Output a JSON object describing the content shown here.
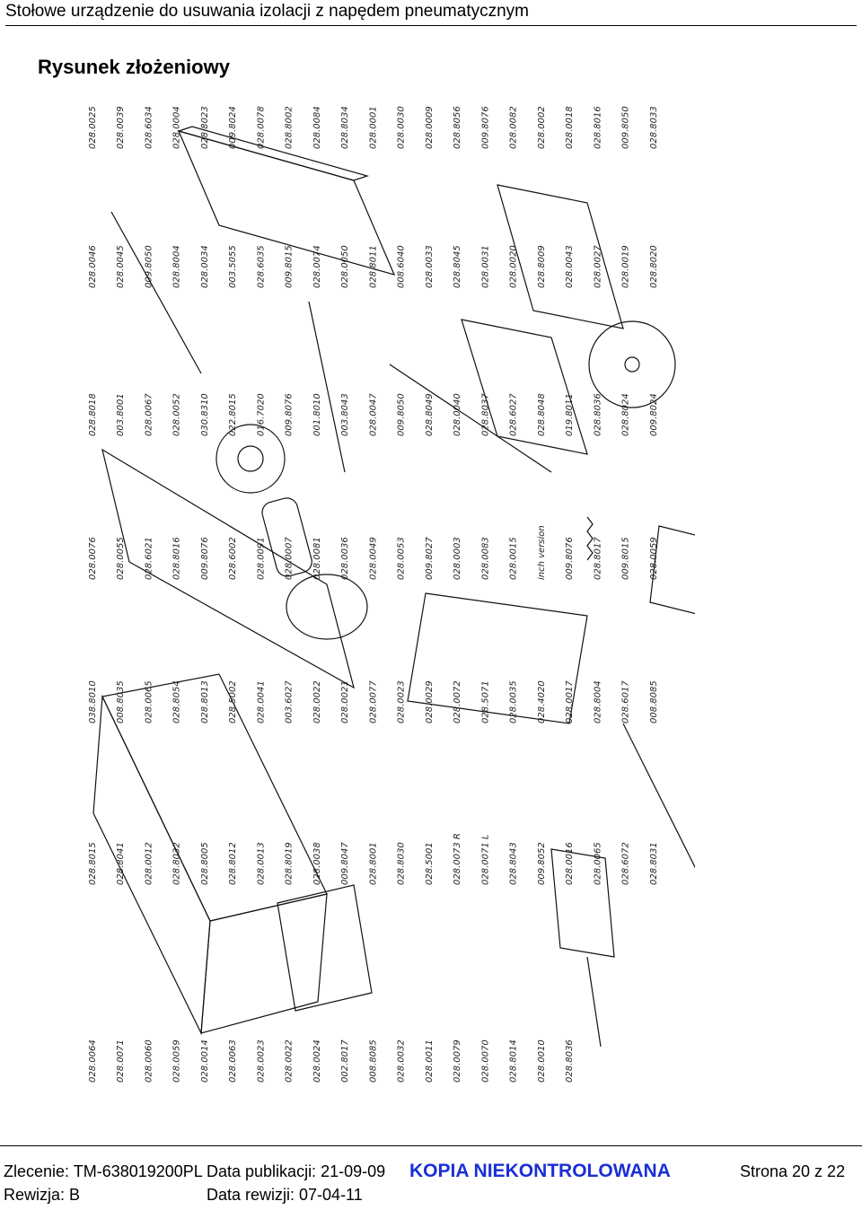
{
  "header": {
    "title": "Stołowe urządzenie do usuwania izolacji z napędem pneumatycznym"
  },
  "section": {
    "title": "Rysunek złożeniowy"
  },
  "drawing": {
    "labels": [
      "028.0025",
      "028.0039",
      "028.6034",
      "028.0004",
      "028.8023",
      "009.8024",
      "028.0078",
      "028.8002",
      "028.0084",
      "028.8034",
      "028.0001",
      "028.0030",
      "028.0009",
      "028.8056",
      "009.8076",
      "028.0082",
      "028.0002",
      "028.0018",
      "028.8016",
      "009.8050",
      "028.8033",
      "028.0046",
      "028.0045",
      "009.8050",
      "028.8004",
      "028.0034",
      "003.5055",
      "028.6035",
      "009.8015",
      "028.0074",
      "028.0050",
      "028.8011",
      "008.6040",
      "028.0033",
      "028.8045",
      "028.0031",
      "028.0020",
      "028.8009",
      "028.0043",
      "028.0027",
      "028.0019",
      "028.8020",
      "028.8018",
      "003.8001",
      "028.0067",
      "028.0052",
      "030.8310",
      "022.8015",
      "016.7020",
      "009.8076",
      "001.8010",
      "003.8043",
      "028.0047",
      "009.8050",
      "028.8049",
      "028.0040",
      "028.8037",
      "028.6027",
      "028.8048",
      "019.8011",
      "028.8036",
      "028.8024",
      "009.8024",
      "028.0076",
      "028.0055",
      "028.6021",
      "028.8016",
      "009.8076",
      "028.6002",
      "028.0091",
      "028.0007",
      "028.0081",
      "028.0036",
      "028.0049",
      "028.0053",
      "009.8027",
      "028.0003",
      "028.0083",
      "028.0015",
      "inch version",
      "009.8076",
      "028.8017",
      "009.8015",
      "028.0059",
      "038.8010",
      "008.8035",
      "028.0065",
      "028.8054",
      "028.8013",
      "028.5002",
      "028.0041",
      "003.6027",
      "028.0022",
      "028.0021",
      "028.0077",
      "028.0023",
      "028.0029",
      "028.0072",
      "028.5071",
      "028.0035",
      "028.4020",
      "028.0017",
      "028.8004",
      "028.6017",
      "008.8085",
      "028.8015",
      "028.8041",
      "028.0012",
      "028.8032",
      "028.8005",
      "028.8012",
      "028.0013",
      "028.8019",
      "028.0038",
      "009.8047",
      "028.8001",
      "028.8030",
      "028.5001",
      "028.0073 R",
      "028.0071 L",
      "028.8043",
      "009.8052",
      "028.0016",
      "028.0065",
      "028.6072",
      "028.8031",
      "028.0064",
      "028.0071",
      "028.0060",
      "028.0059",
      "028.0014",
      "028.0063",
      "028.0023",
      "028.0022",
      "028.0024",
      "002.8017",
      "008.8085",
      "028.0032",
      "028.0011",
      "028.0079",
      "028.0070",
      "028.8014",
      "028.0010",
      "028.8036"
    ]
  },
  "footer": {
    "order": "Zlecenie: TM-638019200PL",
    "publication": "Data publikacji: 21-09-09",
    "stamp": "KOPIA NIEKONTROLOWANA",
    "page": "Strona 20 z 22",
    "revision": "Rewizja: B",
    "revision_date": "Data rewizji: 07-04-11"
  }
}
